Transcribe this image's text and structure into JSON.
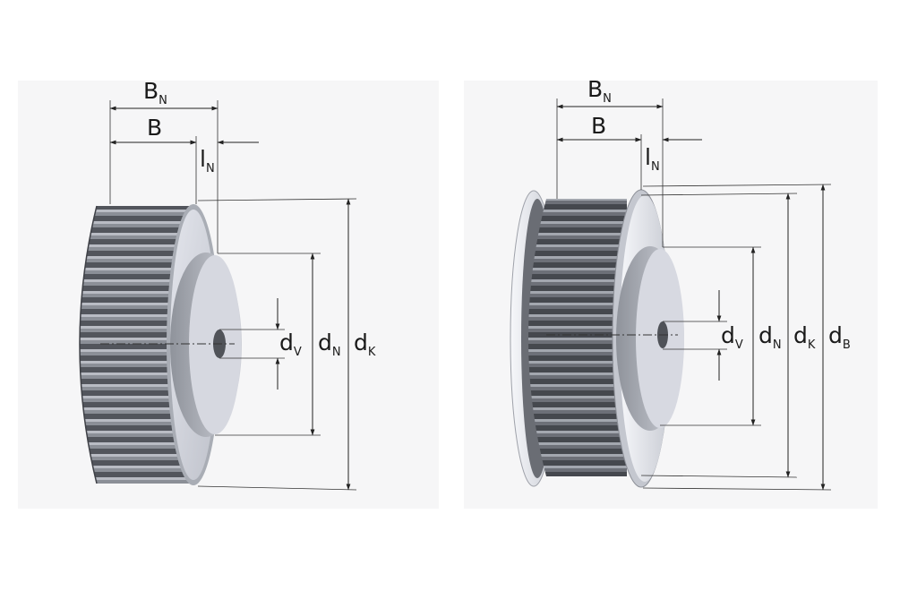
{
  "figures": [
    {
      "name": "pulley-without-flanges",
      "labels": {
        "BN": {
          "main": "B",
          "sub": "N"
        },
        "B": {
          "main": "B"
        },
        "lN": {
          "main": "l",
          "sub": "N"
        },
        "dV": {
          "main": "d",
          "sub": "V"
        },
        "dN": {
          "main": "d",
          "sub": "N"
        },
        "dK": {
          "main": "d",
          "sub": "K"
        }
      }
    },
    {
      "name": "pulley-with-flanges",
      "labels": {
        "BN": {
          "main": "B",
          "sub": "N"
        },
        "B": {
          "main": "B"
        },
        "lN": {
          "main": "l",
          "sub": "N"
        },
        "dV": {
          "main": "d",
          "sub": "V"
        },
        "dN": {
          "main": "d",
          "sub": "N"
        },
        "dK": {
          "main": "d",
          "sub": "K"
        },
        "dB": {
          "main": "d",
          "sub": "B"
        }
      }
    }
  ],
  "colors": {
    "tooth_dark": "#55585f",
    "tooth_mid": "#8a8e96",
    "face_light": "#d4d6de",
    "hub_face": "#c9cbd4",
    "flange": "#e9ebf0",
    "background_panel": "#f7f7f8",
    "dimension_line": "#222222"
  }
}
